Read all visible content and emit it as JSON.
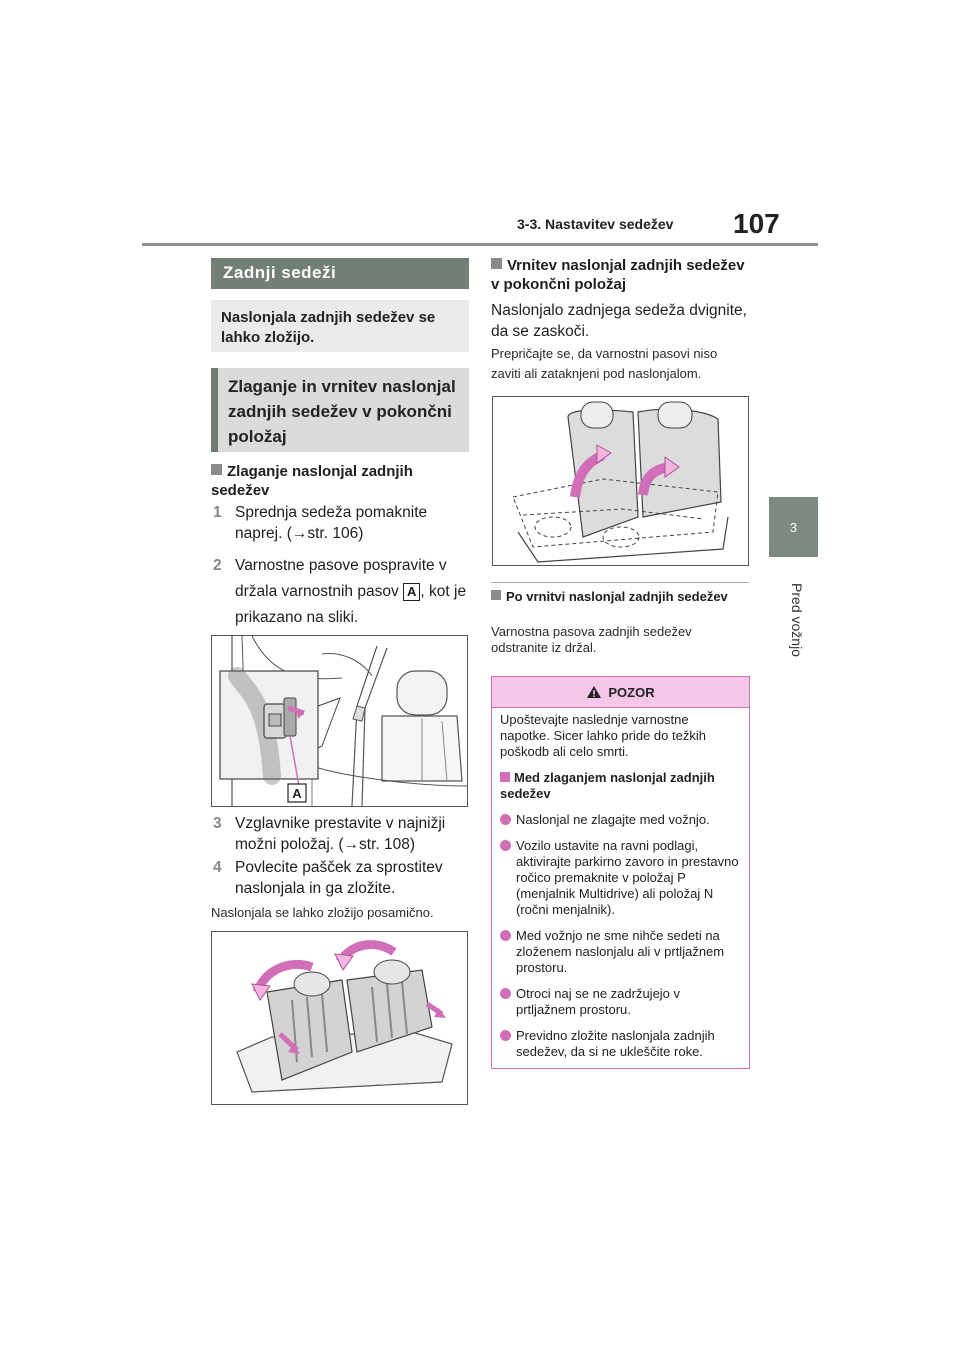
{
  "header": {
    "section": "3-3. Nastavitev sedežev",
    "page_number": "107"
  },
  "chapter": {
    "number": "3",
    "title": "Pred vožnjo"
  },
  "left": {
    "section_title": "Zadnji sedeži",
    "intro": "Naslonjala zadnjih sedežev se lahko zložijo.",
    "subsection_title": "Zlaganje in vrnitev naslonjal zadnjih sedežev v pokončni položaj",
    "folding_heading": "Zlaganje naslonjal zadnjih sedežev",
    "steps": [
      {
        "num": "1",
        "text": "Sprednja sedeža pomaknite naprej. (→str. 106)"
      },
      {
        "num": "2",
        "text_a": "Varnostne pasove pospravite v držala varnostnih pasov",
        "text_b": ", kot je prikazano na sliki."
      },
      {
        "num": "3",
        "text": "Vzglavnike prestavite v najnižji možni položaj. (→str. 108)"
      },
      {
        "num": "4",
        "text": "Povlecite pašček za sprostitev naslonjala in ga zložite."
      }
    ],
    "label_a": "A",
    "note": "Naslonjala se lahko zložijo posamično."
  },
  "right": {
    "return_heading": "Vrnitev naslonjal zadnjih sedežev v pokončni položaj",
    "return_text": "Naslonjalo zadnjega sedeža dvignite, da se zaskoči.",
    "return_note": "Prepričajte se, da varnostni pasovi niso zaviti ali zataknjeni pod naslonjalom.",
    "after_heading": "Po vrnitvi naslonjal zadnjih sedežev",
    "after_text": "Varnostna pasova zadnjih sedežev odstranite iz držal."
  },
  "warning": {
    "title": "POZOR",
    "intro": "Upoštevajte naslednje varnostne napotke. Sicer lahko pride do težkih poškodb ali celo smrti.",
    "sub_heading": "Med zlaganjem naslonjal zadnjih sedežev",
    "bullets": [
      "Naslonjal ne zlagajte med vožnjo.",
      "Vozilo ustavite na ravni podlagi, aktivirajte parkirno zavoro in prestavno ročico premaknite v položaj P (menjalnik Multidrive) ali položaj N (ročni menjalnik).",
      "Med vožnjo ne sme nihče sedeti na zloženem naslonjalu ali v prtljažnem prostoru.",
      "Otroci naj se ne zadržujejo v prtljažnem prostoru.",
      "Previdno zložite naslonjala zadnjih sedežev, da si ne ukleščite roke."
    ]
  },
  "colors": {
    "accent_pink": "#d06fb8",
    "warning_fill": "#f6c6e8",
    "section_gray": "#737f76"
  }
}
